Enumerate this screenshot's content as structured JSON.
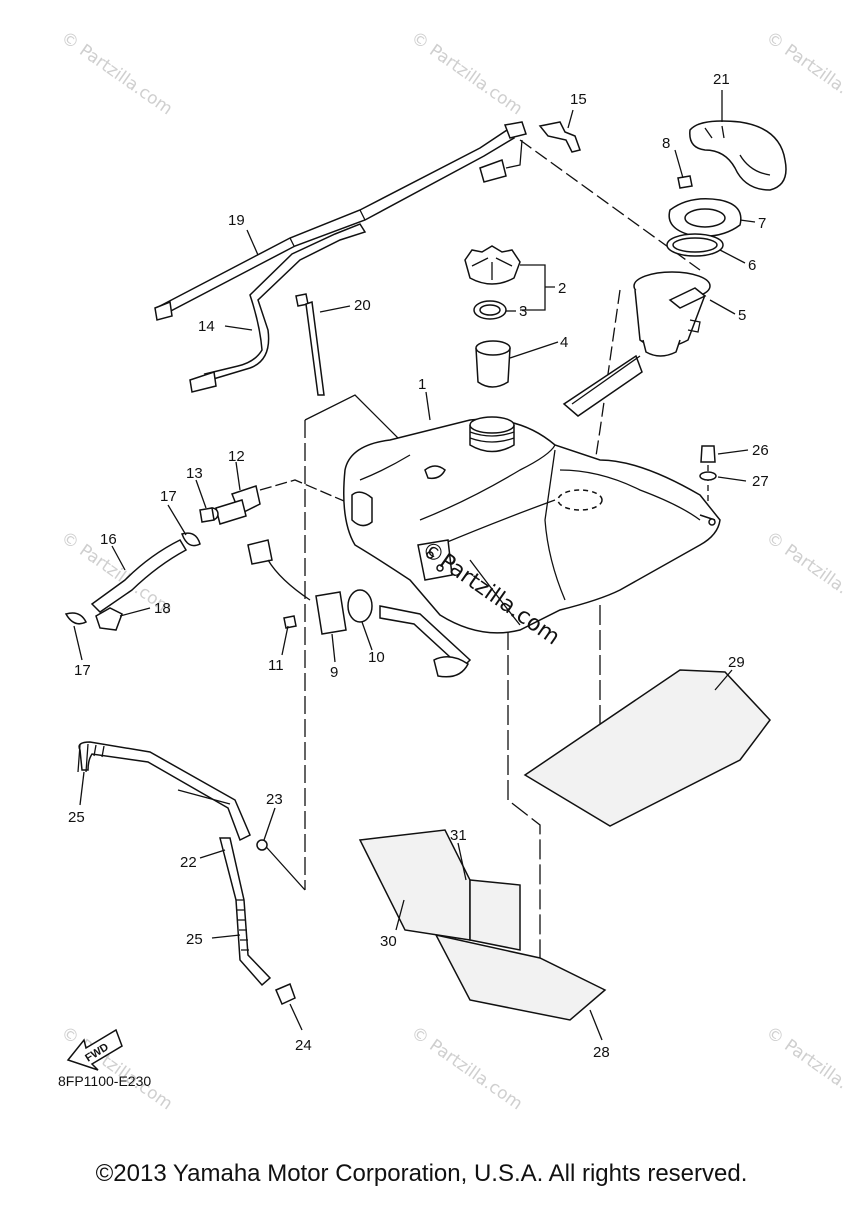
{
  "diagram": {
    "callouts": [
      "1",
      "2",
      "3",
      "4",
      "5",
      "6",
      "7",
      "8",
      "9",
      "10",
      "11",
      "12",
      "13",
      "14",
      "15",
      "16",
      "17",
      "17",
      "18",
      "19",
      "20",
      "21",
      "22",
      "23",
      "24",
      "25",
      "25",
      "26",
      "27",
      "28",
      "29",
      "30",
      "31"
    ],
    "watermark": "© Partzilla.com",
    "brand_mark": "©Partzilla.com",
    "fwd_label": "FWD",
    "drawing_code": "8FP1100-E230"
  },
  "footer": {
    "copyright": "©2013 Yamaha Motor Corporation, U.S.A. All rights reserved."
  }
}
